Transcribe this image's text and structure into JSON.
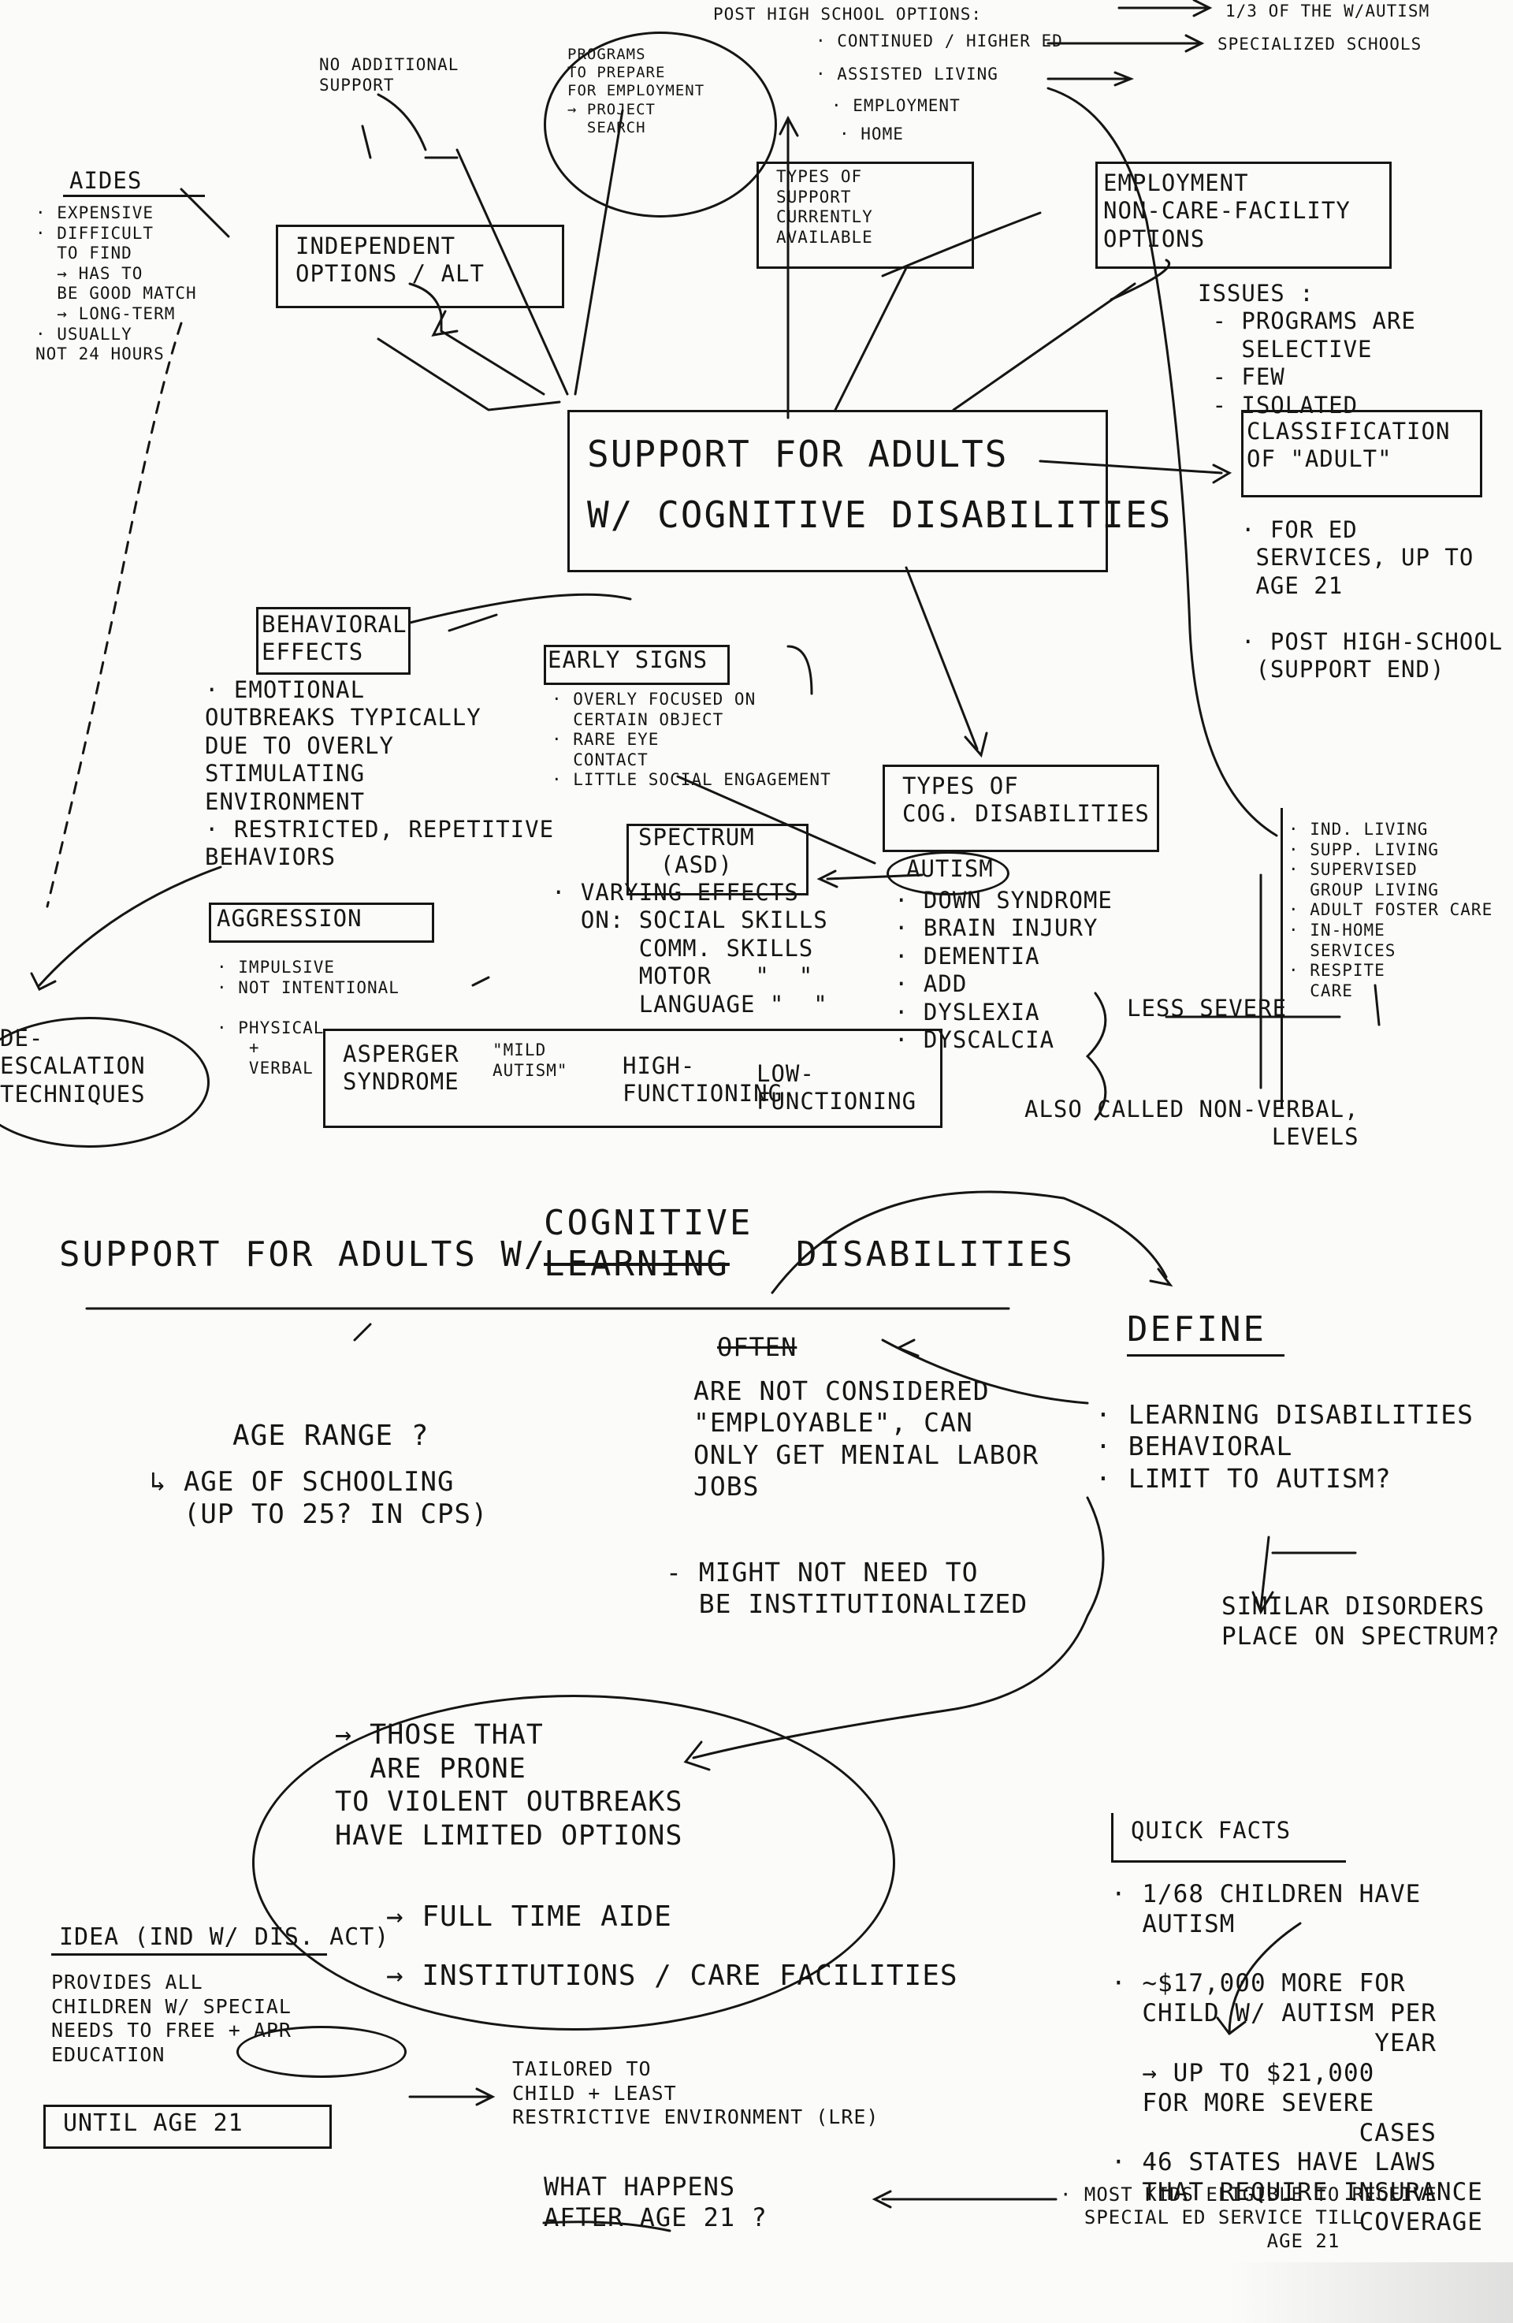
{
  "page": {
    "upper": {
      "center": {
        "line1": "SUPPORT FOR ADULTS",
        "line2": "W/ COGNITIVE DISABILITIES"
      },
      "post_hs": {
        "title": "POST HIGH SCHOOL OPTIONS:",
        "items": [
          "· CONTINUED / HIGHER ED",
          "· ASSISTED LIVING",
          "· EMPLOYMENT",
          "· HOME"
        ],
        "note1": "1/3 OF THE W/AUTISM",
        "note2": "SPECIALIZED SCHOOLS"
      },
      "no_additional": "NO ADDITIONAL\nSUPPORT",
      "programs": "PROGRAMS\nTO PREPARE\nFOR EMPLOYMENT\n→ PROJECT\n  SEARCH",
      "types_support": "TYPES OF\nSUPPORT\nCURRENTLY\nAVAILABLE",
      "independent": "INDEPENDENT\nOPTIONS / ALT",
      "aides": {
        "title": "AIDES",
        "text": "· EXPENSIVE\n· DIFFICULT\n  TO FIND\n  → HAS TO\n  BE GOOD MATCH\n  → LONG-TERM\n· USUALLY\nNOT 24 HOURS"
      },
      "employment": {
        "box": "EMPLOYMENT\nNON-CARE-FACILITY\nOPTIONS",
        "issues": "ISSUES :\n - PROGRAMS ARE\n   SELECTIVE\n - FEW\n - ISOLATED"
      },
      "classification": {
        "box": "CLASSIFICATION\nOF \"ADULT\"",
        "text": "· FOR ED\n SERVICES, UP TO\n AGE 21\n\n· POST HIGH-SCHOOL\n (SUPPORT END)"
      },
      "behavioral": {
        "title": "BEHAVIORAL\nEFFECTS",
        "text": "· EMOTIONAL\nOUTBREAKS TYPICALLY\nDUE TO OVERLY\nSTIMULATING\nENVIRONMENT\n· RESTRICTED, REPETITIVE\nBEHAVIORS"
      },
      "aggression": {
        "title": "AGGRESSION",
        "text": "· IMPULSIVE\n· NOT INTENTIONAL\n\n· PHYSICAL\n   +\n   VERBAL"
      },
      "deescalation": "DE-\nESCALATION\nTECHNIQUES",
      "early_signs": {
        "title": "EARLY SIGNS",
        "text": "· OVERLY FOCUSED ON\n  CERTAIN OBJECT\n· RARE EYE\n  CONTACT\n· LITTLE SOCIAL ENGAGEMENT"
      },
      "spectrum": {
        "box": "SPECTRUM\n(ASD)",
        "text": "· VARYING EFFECTS\n  ON: SOCIAL SKILLS\n      COMM. SKILLS\n      MOTOR   \"  \"\n      LANGUAGE \"  \""
      },
      "types_cog": {
        "box": "TYPES OF\nCOG. DISABILITIES",
        "autism": "AUTISM",
        "list": "· DOWN SYNDROME\n· BRAIN INJURY\n· DEMENTIA\n· ADD\n· DYSLEXIA\n· DYSCALCIA",
        "less_severe": "LESS SEVERE"
      },
      "asperger": {
        "a": "ASPERGER\nSYNDROME",
        "b": "\"MILD\nAUTISM\"",
        "c": "HIGH-\nFUNCTIONING",
        "d": "LOW-\nFUNCTIONING"
      },
      "also_called": "ALSO CALLED NON-VERBAL,\n                 LEVELS",
      "living": "· IND. LIVING\n· SUPP. LIVING\n· SUPERVISED\n  GROUP LIVING\n· ADULT FOSTER CARE\n· IN-HOME\n  SERVICES\n· RESPITE\n  CARE"
    },
    "lower": {
      "title_a": "SUPPORT FOR ADULTS W/",
      "title_cog": "COGNITIVE",
      "title_learning": "LEARNING",
      "title_b": "DISABILITIES",
      "define": "DEFINE",
      "define_list": "· LEARNING DISABILITIES\n· BEHAVIORAL\n· LIMIT TO AUTISM?",
      "similar": "SIMILAR DISORDERS\nPLACE ON SPECTRUM?",
      "age_range": "AGE RANGE ?",
      "age_schooling": "↳ AGE OF SCHOOLING\n  (UP TO 25? IN CPS)",
      "often_strike": "OFTEN",
      "not_employable": "ARE NOT CONSIDERED\n\"EMPLOYABLE\", CAN\nONLY GET MENIAL LABOR\nJOBS",
      "might_not": "- MIGHT NOT NEED TO\n  BE INSTITUTIONALIZED",
      "violent": "→ THOSE THAT\n  ARE PRONE\nTO VIOLENT OUTBREAKS\nHAVE LIMITED OPTIONS",
      "full_time": "→ FULL TIME AIDE",
      "institutions": "→ INSTITUTIONS / CARE FACILITIES",
      "idea_title": "IDEA (IND W/ DIS. ACT)",
      "idea_text": "PROVIDES ALL\nCHILDREN W/ SPECIAL\nNEEDS TO FREE + APR\nEDUCATION",
      "until_21": "UNTIL AGE 21",
      "tailored": "TAILORED TO\nCHILD + LEAST\nRESTRICTIVE ENVIRONMENT (LRE)",
      "what_happens": "WHAT HAPPENS\nAFTER AGE 21 ?",
      "quick_facts": "QUICK FACTS",
      "facts": "· 1/68 CHILDREN HAVE\n  AUTISM\n\n· ~$17,000 MORE FOR\n  CHILD W/ AUTISM PER\n                 YEAR\n  → UP TO $21,000\n  FOR MORE SEVERE\n                CASES\n· 46 STATES HAVE LAWS\n  THAT REQUIRE INSURANCE\n                COVERAGE",
      "most_kids": "· MOST KIDS ELIGIBLE TO RECEIVE\n  SPECIAL ED SERVICE TILL\n                 AGE 21"
    }
  }
}
